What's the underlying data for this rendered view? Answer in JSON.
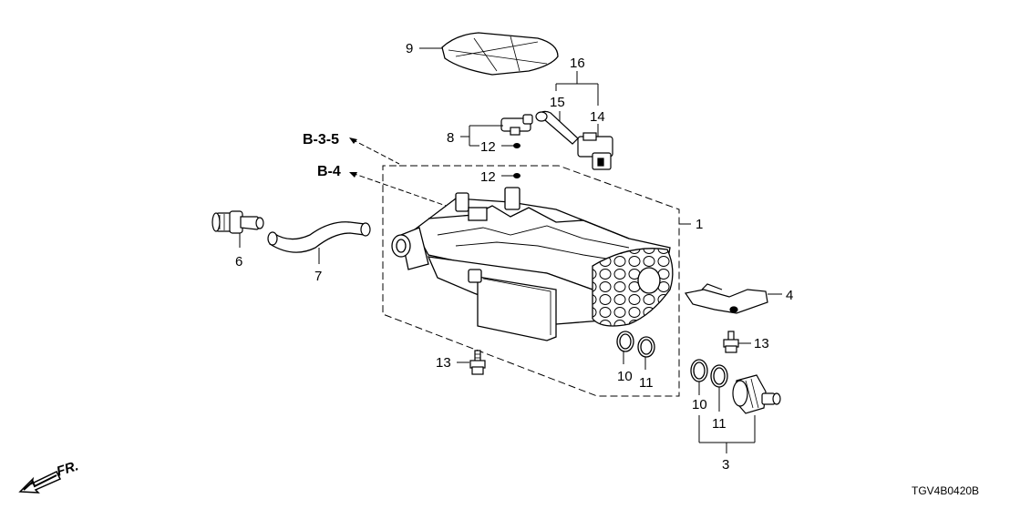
{
  "callouts": {
    "c1": "1",
    "c3": "3",
    "c4": "4",
    "c6": "6",
    "c7": "7",
    "c8": "8",
    "c9": "9",
    "c10a": "10",
    "c10b": "10",
    "c11a": "11",
    "c11b": "11",
    "c12a": "12",
    "c12b": "12",
    "c13a": "13",
    "c13b": "13",
    "c14": "14",
    "c15": "15",
    "c16": "16"
  },
  "refs": {
    "b35": "B-3-5",
    "b4": "B-4"
  },
  "front_label": "FR.",
  "diagram_code": "TGV4B0420B"
}
